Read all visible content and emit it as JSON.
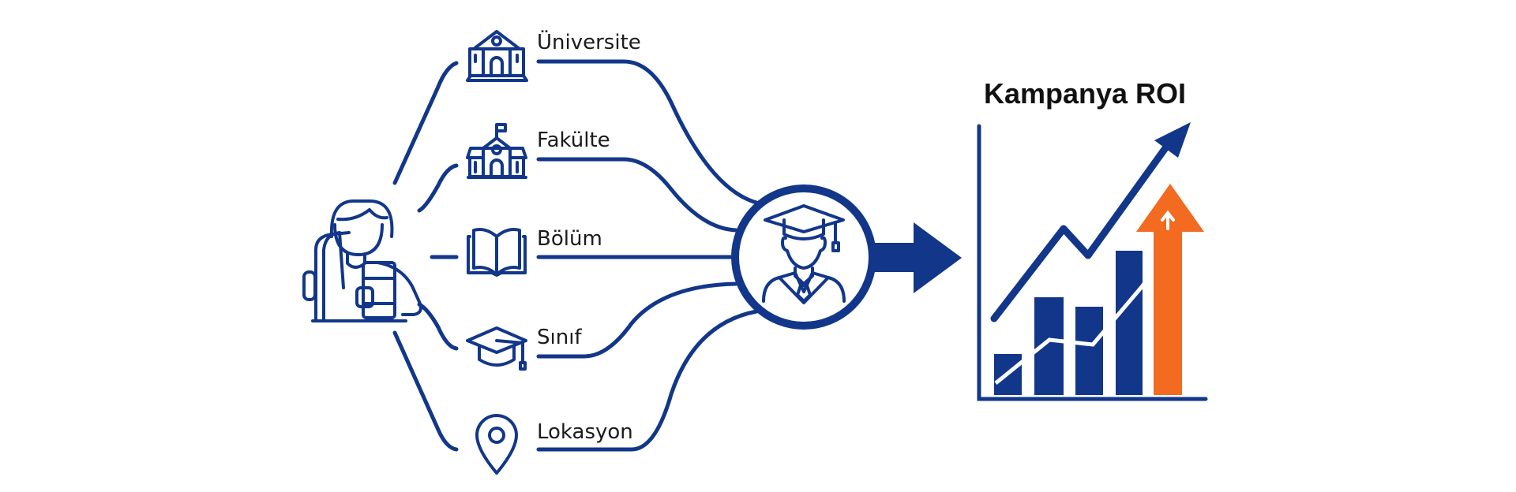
{
  "colors": {
    "navy": "#12378a",
    "orange": "#f26b21"
  },
  "categories": [
    {
      "label": "Üniversite",
      "icon": "university-building-icon"
    },
    {
      "label": "Fakülte",
      "icon": "faculty-building-icon"
    },
    {
      "label": "Bölüm",
      "icon": "open-book-icon"
    },
    {
      "label": "Sınıf",
      "icon": "graduation-cap-icon"
    },
    {
      "label": "Lokasyon",
      "icon": "location-pin-icon"
    }
  ],
  "chart": {
    "title": "Kampanya ROI"
  }
}
